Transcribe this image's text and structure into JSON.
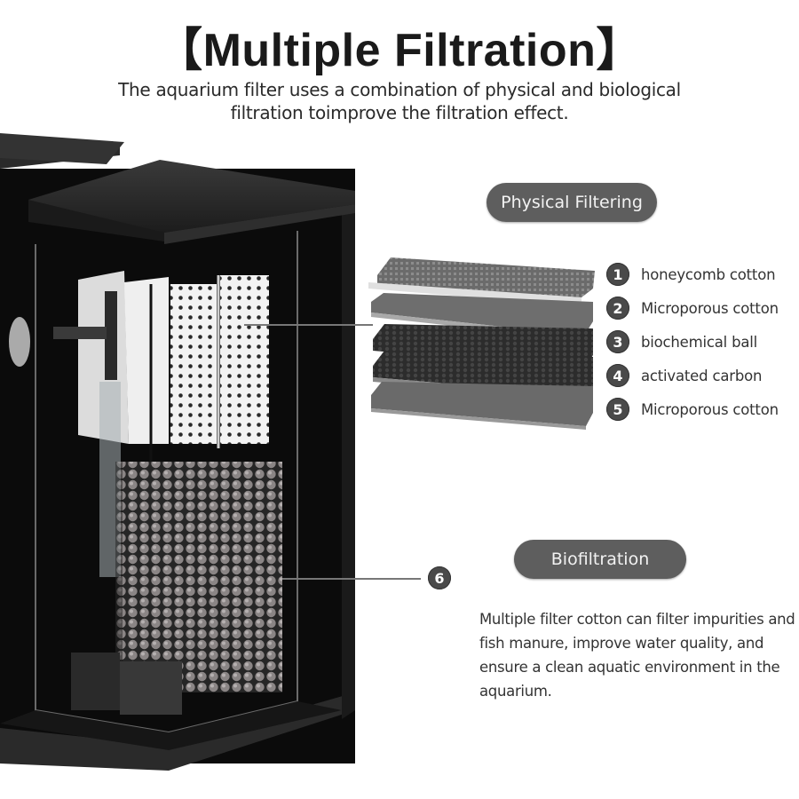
{
  "header": {
    "title": "【Multiple Filtration】",
    "subtitle_line1": "The aquarium filter uses a combination of physical and biological",
    "subtitle_line2": "filtration toimprove the filtration effect."
  },
  "physical": {
    "label": "Physical Filtering",
    "layers": [
      {
        "number": "1",
        "label": "honeycomb cotton"
      },
      {
        "number": "2",
        "label": "Microporous cotton"
      },
      {
        "number": "3",
        "label": "biochemical ball"
      },
      {
        "number": "4",
        "label": "activated carbon"
      },
      {
        "number": "5",
        "label": "Microporous cotton"
      }
    ]
  },
  "bio": {
    "label": "Biofiltration",
    "number": "6",
    "description": "Multiple filter cotton can filter impurities and fish manure, improve water quality, and ensure a clean aquatic environment in the aquarium."
  },
  "colors": {
    "pill_bg": "#5e5e5e",
    "badge_bg": "#4a4a4a",
    "tank_black": "#0d0d0d",
    "text": "#333333"
  }
}
